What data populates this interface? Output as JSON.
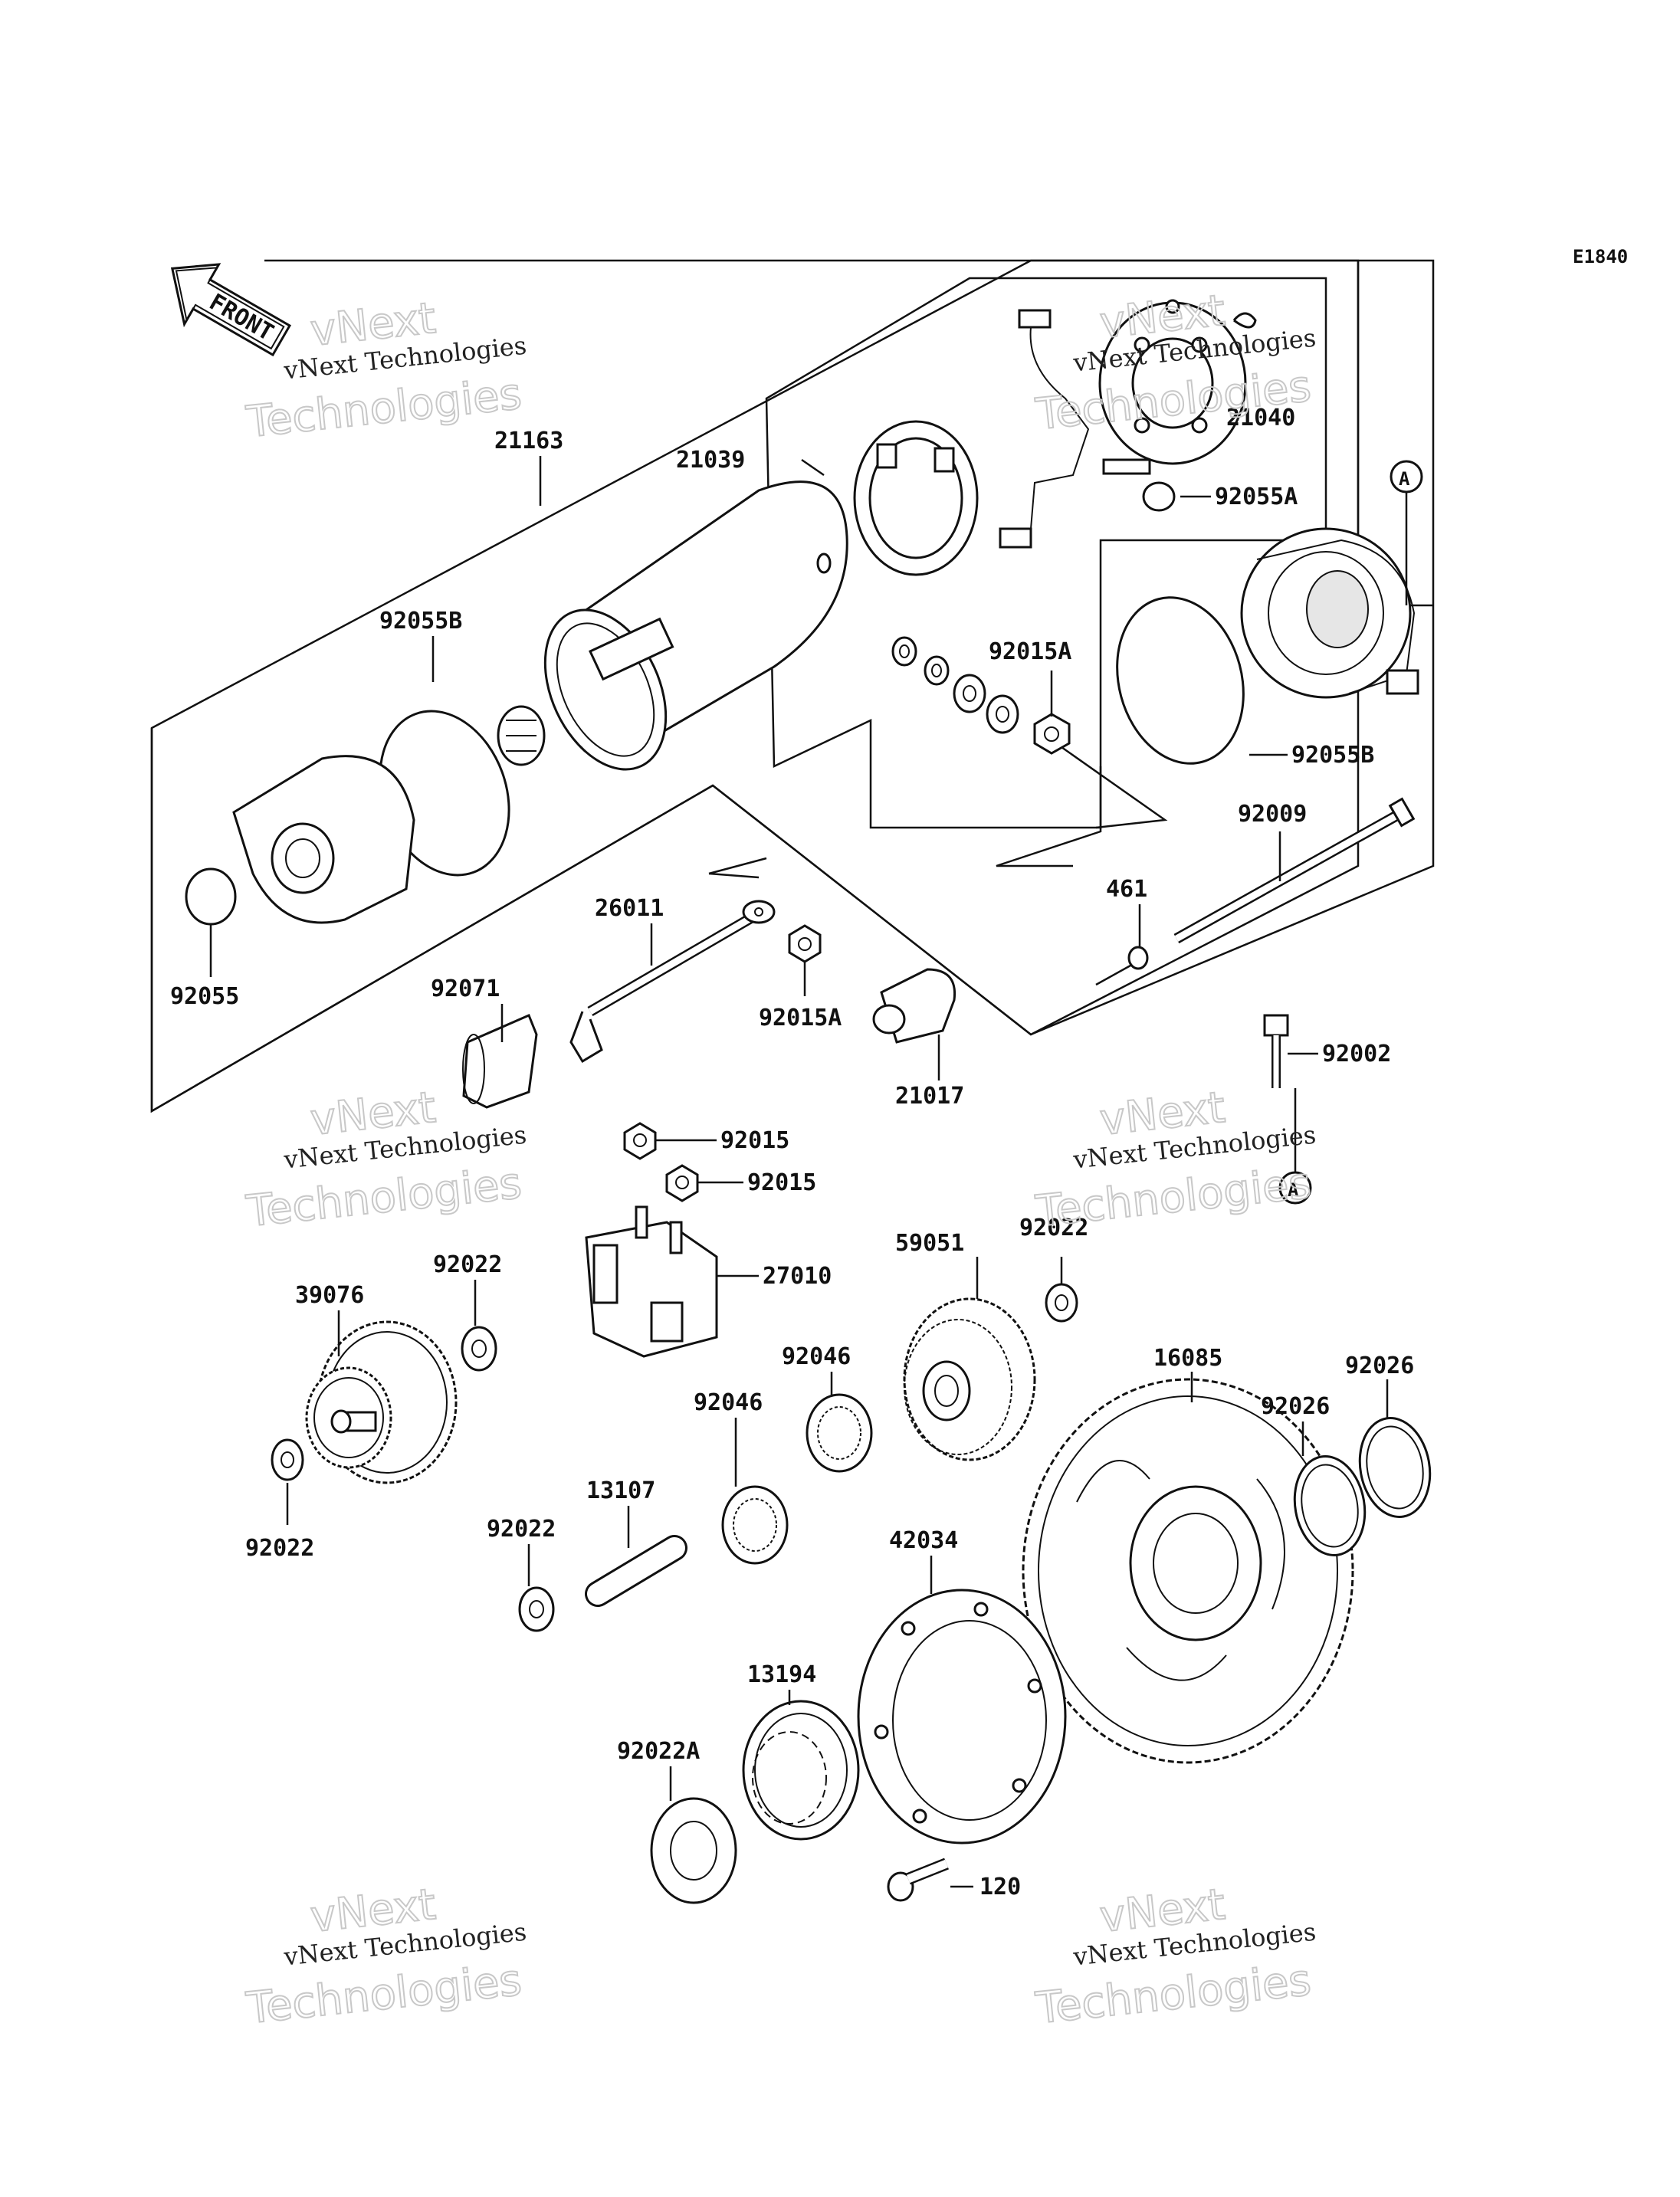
{
  "diagram_code": "E1840",
  "front_arrow_label": "FRONT",
  "ref_marker": "A",
  "watermark": {
    "line1": "vNext Technologies",
    "line2": "vNext",
    "line3": "Technologies"
  },
  "parts": {
    "p21163": "21163",
    "p21039": "21039",
    "p21040": "21040",
    "p92055A": "92055A",
    "p92055B_left": "92055B",
    "p92055B_right": "92055B",
    "p92015A_top": "92015A",
    "p92009": "92009",
    "p461": "461",
    "p92055": "92055",
    "p26011": "26011",
    "p92071": "92071",
    "p92015A_mid": "92015A",
    "p21017": "21017",
    "p92002": "92002",
    "p92015_a": "92015",
    "p92015_b": "92015",
    "p27010": "27010",
    "p39076": "39076",
    "p92022_a": "92022",
    "p92022_b": "92022",
    "p92022_c": "92022",
    "p92022_d": "92022",
    "p59051": "59051",
    "p92046_a": "92046",
    "p92046_b": "92046",
    "p16085": "16085",
    "p92026_a": "92026",
    "p92026_b": "92026",
    "p13107": "13107",
    "p42034": "42034",
    "p13194": "13194",
    "p92022A": "92022A",
    "p120": "120"
  }
}
